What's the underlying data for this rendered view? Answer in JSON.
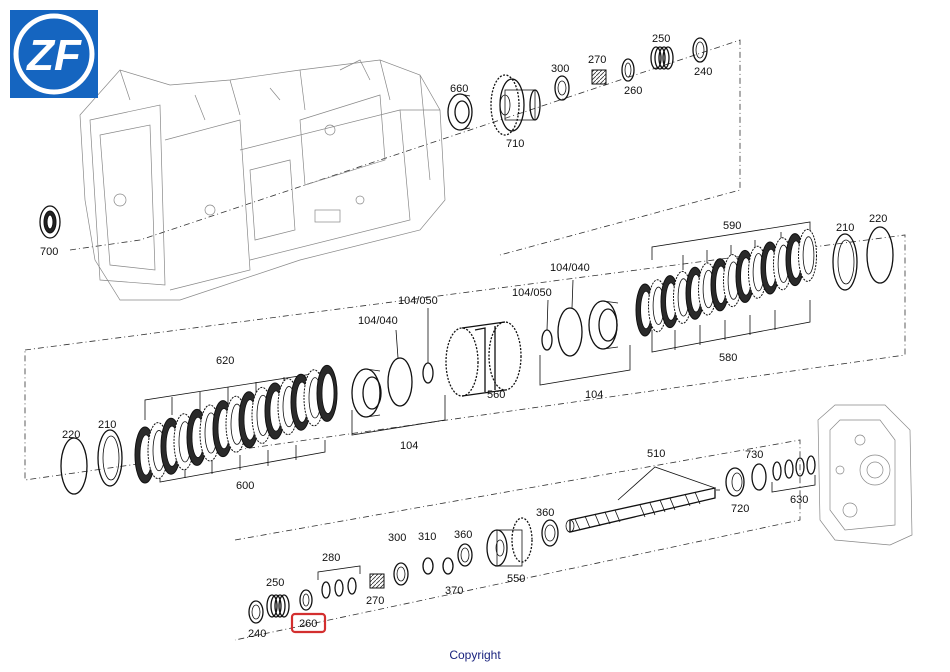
{
  "brand": {
    "logo_text": "ZF",
    "logo_color": "#1565c0"
  },
  "footer": {
    "copyright": "Copyright"
  },
  "highlight_color": "#d32f2f",
  "labels": {
    "l700": "700",
    "l660": "660",
    "l710": "710",
    "l300a": "300",
    "l270a": "270",
    "l260a": "260",
    "l250a": "250",
    "l240a": "240",
    "l590": "590",
    "l580": "580",
    "l210a": "210",
    "l220a": "220",
    "l104_040a": "104/040",
    "l104_050a": "104/050",
    "l104a": "104",
    "l104_040b": "104/040",
    "l104_050b": "104/050",
    "l104b": "104",
    "l620": "620",
    "l600": "600",
    "l560": "560",
    "l220b": "220",
    "l210b": "210",
    "l510": "510",
    "l730": "730",
    "l720": "720",
    "l630": "630",
    "l280": "280",
    "l300b": "300",
    "l310": "310",
    "l360a": "360",
    "l360b": "360",
    "l250b": "250",
    "l270b": "270",
    "l370": "370",
    "l550": "550",
    "l240b": "240",
    "l260b": "260"
  }
}
